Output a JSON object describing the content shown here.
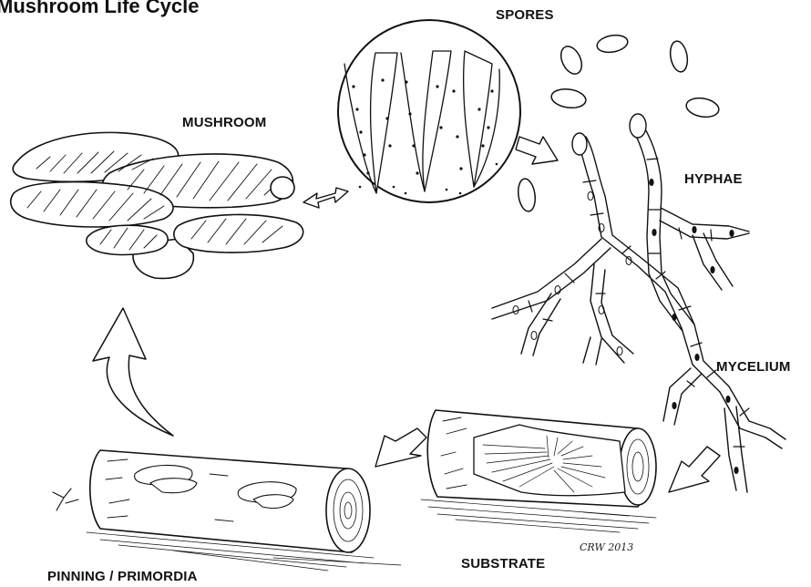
{
  "title": "Mushroom Life Cycle",
  "stages": {
    "spores": "SPORES",
    "mushroom": "MUSHROOM",
    "hyphae": "HYPHAE",
    "mycelium": "MYCELIUM",
    "substrate": "SUBSTRATE",
    "pinning": "PINNING / PRIMORDIA"
  },
  "signature": "CRW 2013",
  "colors": {
    "ink": "#111111",
    "background": "#ffffff"
  }
}
